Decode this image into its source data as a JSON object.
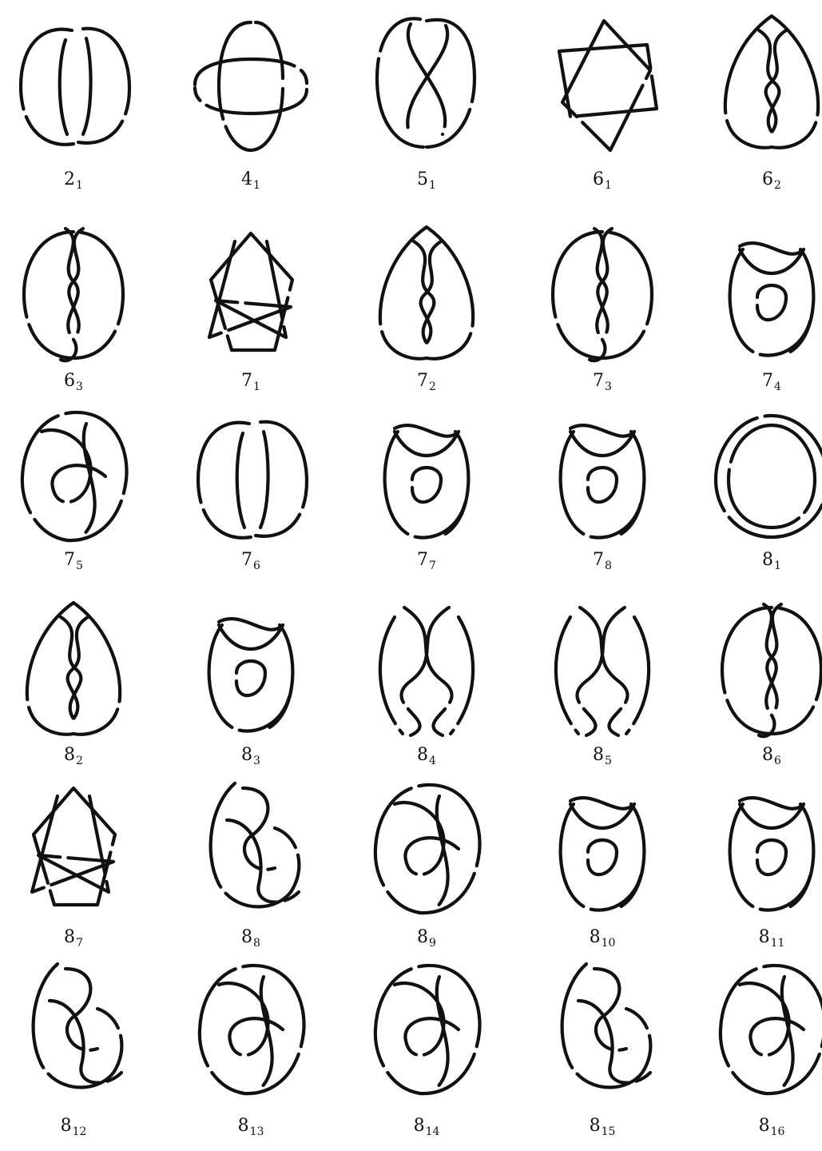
{
  "knot_table": {
    "rows": [
      [
        {
          "name": "2",
          "index": "1",
          "shape": "link"
        },
        {
          "name": "4",
          "index": "1",
          "shape": "cross"
        },
        {
          "name": "5",
          "index": "1",
          "shape": "twist2"
        },
        {
          "name": "6",
          "index": "1",
          "shape": "star6"
        },
        {
          "name": "6",
          "index": "2",
          "shape": "drop"
        }
      ],
      [
        {
          "name": "6",
          "index": "3",
          "shape": "circle_twist"
        },
        {
          "name": "7",
          "index": "1",
          "shape": "star5"
        },
        {
          "name": "7",
          "index": "2",
          "shape": "drop"
        },
        {
          "name": "7",
          "index": "3",
          "shape": "circle_twist"
        },
        {
          "name": "7",
          "index": "4",
          "shape": "pretzel"
        }
      ],
      [
        {
          "name": "7",
          "index": "5",
          "shape": "complex_a"
        },
        {
          "name": "7",
          "index": "6",
          "shape": "link"
        },
        {
          "name": "7",
          "index": "7",
          "shape": "pretzel"
        },
        {
          "name": "7",
          "index": "8",
          "shape": "pretzel"
        },
        {
          "name": "8",
          "index": "1",
          "shape": "ring8"
        }
      ],
      [
        {
          "name": "8",
          "index": "2",
          "shape": "drop"
        },
        {
          "name": "8",
          "index": "3",
          "shape": "pretzel"
        },
        {
          "name": "8",
          "index": "4",
          "shape": "braid"
        },
        {
          "name": "8",
          "index": "5",
          "shape": "braid"
        },
        {
          "name": "8",
          "index": "6",
          "shape": "circle_twist"
        }
      ],
      [
        {
          "name": "8",
          "index": "7",
          "shape": "star5"
        },
        {
          "name": "8",
          "index": "8",
          "shape": "complex_b"
        },
        {
          "name": "8",
          "index": "9",
          "shape": "complex_a"
        },
        {
          "name": "8",
          "index": "10",
          "shape": "pretzel"
        },
        {
          "name": "8",
          "index": "11",
          "shape": "pretzel"
        }
      ],
      [
        {
          "name": "8",
          "index": "12",
          "shape": "complex_b"
        },
        {
          "name": "8",
          "index": "13",
          "shape": "complex_a"
        },
        {
          "name": "8",
          "index": "14",
          "shape": "complex_a"
        },
        {
          "name": "8",
          "index": "15",
          "shape": "complex_b"
        },
        {
          "name": "8",
          "index": "16",
          "shape": "complex_a"
        }
      ]
    ]
  }
}
